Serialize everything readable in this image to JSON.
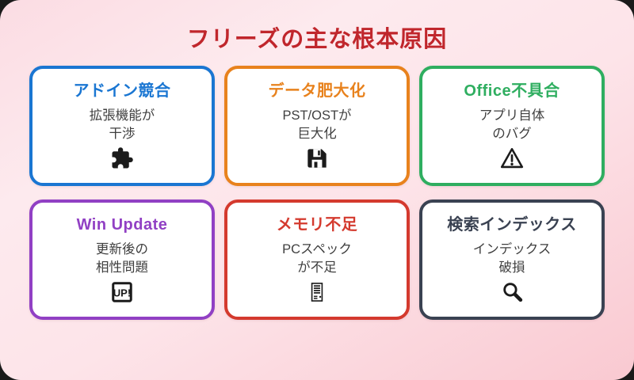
{
  "page": {
    "title": "フリーズの主な根本原因",
    "title_color": "#c0262c",
    "background_gradient": [
      "#fdeaee",
      "#f9c9d1"
    ]
  },
  "cards": [
    {
      "title": "アドイン競合",
      "line1": "拡張機能が",
      "line2": "干渉",
      "icon": "puzzle-icon",
      "color": "#1a76d2"
    },
    {
      "title": "データ肥大化",
      "line1": "PST/OSTが",
      "line2": "巨大化",
      "icon": "floppy-disk-icon",
      "color": "#e8821d"
    },
    {
      "title": "Office不具合",
      "line1": "アプリ自体",
      "line2": "のバグ",
      "icon": "warning-icon",
      "color": "#2fae60"
    },
    {
      "title": "Win Update",
      "line1": "更新後の",
      "line2": "相性問題",
      "icon": "up-badge-icon",
      "color": "#9140c4"
    },
    {
      "title": "メモリ不足",
      "line1": "PCスペック",
      "line2": "が不足",
      "icon": "pc-tower-icon",
      "color": "#d43a2e"
    },
    {
      "title": "検索インデックス",
      "line1": "インデックス",
      "line2": "破損",
      "icon": "search-icon",
      "color": "#3a4252"
    }
  ],
  "icon_color": "#1b1b1b"
}
